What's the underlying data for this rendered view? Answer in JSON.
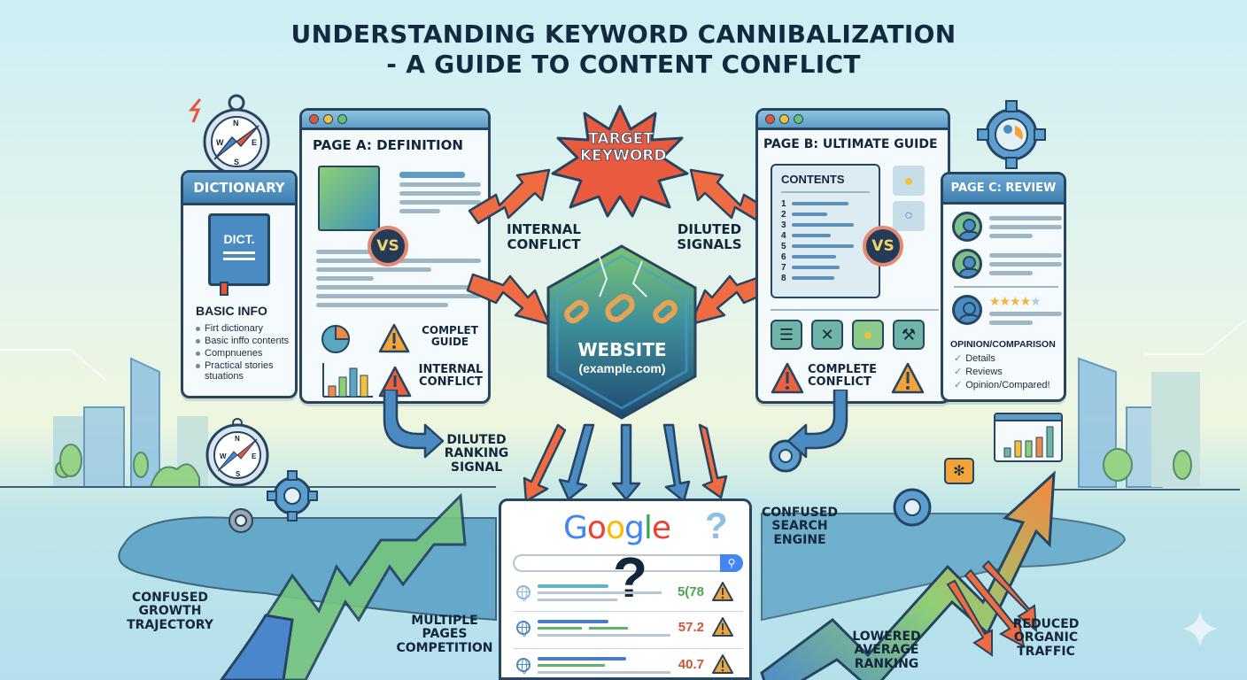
{
  "title": {
    "line1": "UNDERSTANDING KEYWORD CANNIBALIZATION",
    "line2": "- A GUIDE TO CONTENT CONFLICT"
  },
  "dictionary_card": {
    "header": "DICTIONARY",
    "book_label": "DICT.",
    "section_title": "BASIC INFO",
    "bullets": [
      "Firt dictionary",
      "Basic inffo contents",
      "Compnuenes",
      "Practical stories stuations"
    ]
  },
  "page_a": {
    "title": "PAGE A: DEFINITION",
    "vs_label": "VS",
    "warning_1": "COMPLET GUIDE",
    "warning_2": "INTERNAL CONFLICT"
  },
  "center": {
    "target_keyword": "TARGET KEYWORD",
    "internal_conflict": "INTERNAL CONFLICT",
    "diluted_signals": "DILUTED SIGNALS",
    "website_label": "WEBSITE",
    "website_domain": "(example.com)"
  },
  "page_b": {
    "title": "PAGE B: ULTIMATE GUIDE",
    "contents_title": "CONTENTS",
    "toc_numbers": [
      "1",
      "2",
      "3",
      "4",
      "5",
      "6",
      "7",
      "8"
    ],
    "vs_label": "VS",
    "warning": "COMPLETE CONFLICT"
  },
  "page_c": {
    "header": "PAGE C: REVIEW",
    "rating_stars": 4,
    "rating_max": 5,
    "section_title": "OPINION/COMPARISON",
    "checks": [
      "Details",
      "Reviews",
      "Opinion/Compared!"
    ]
  },
  "search_card": {
    "logo_letters": [
      {
        "ch": "G",
        "color": "#4285F4"
      },
      {
        "ch": "o",
        "color": "#EA4335"
      },
      {
        "ch": "o",
        "color": "#FBBC05"
      },
      {
        "ch": "g",
        "color": "#4285F4"
      },
      {
        "ch": "l",
        "color": "#34A853"
      },
      {
        "ch": "e",
        "color": "#EA4335"
      }
    ],
    "question_mark": "?",
    "results": [
      {
        "score": "5(78",
        "color": "#4aa54f"
      },
      {
        "score": "57.2",
        "color": "#d0533a"
      },
      {
        "score": "40.7",
        "color": "#d0533a"
      }
    ]
  },
  "labels": {
    "diluted_ranking_signal": "DILUTED RANKING SIGNAL",
    "confused_growth_trajectory": "CONFUSED GROWTH TRAJECTORY",
    "multiple_pages_competition": "MULTIPLE PAGES COMPETITION",
    "confused_search_engine": "CONFUSED SEARCH ENGINE",
    "lowered_average_ranking": "LOWERED AVERAGE RANKING",
    "reduced_organic_traffic": "REDUCED ORGANIC TRAFFIC"
  },
  "compass": {
    "n": "N",
    "s": "S",
    "e": "E",
    "w": "W"
  },
  "colors": {
    "navy": "#13263b",
    "accent_blue": "#4a8cc2",
    "conflict_red": "#e2563c",
    "warning_orange": "#f2a33a",
    "growth_green": "#7cc56f"
  }
}
